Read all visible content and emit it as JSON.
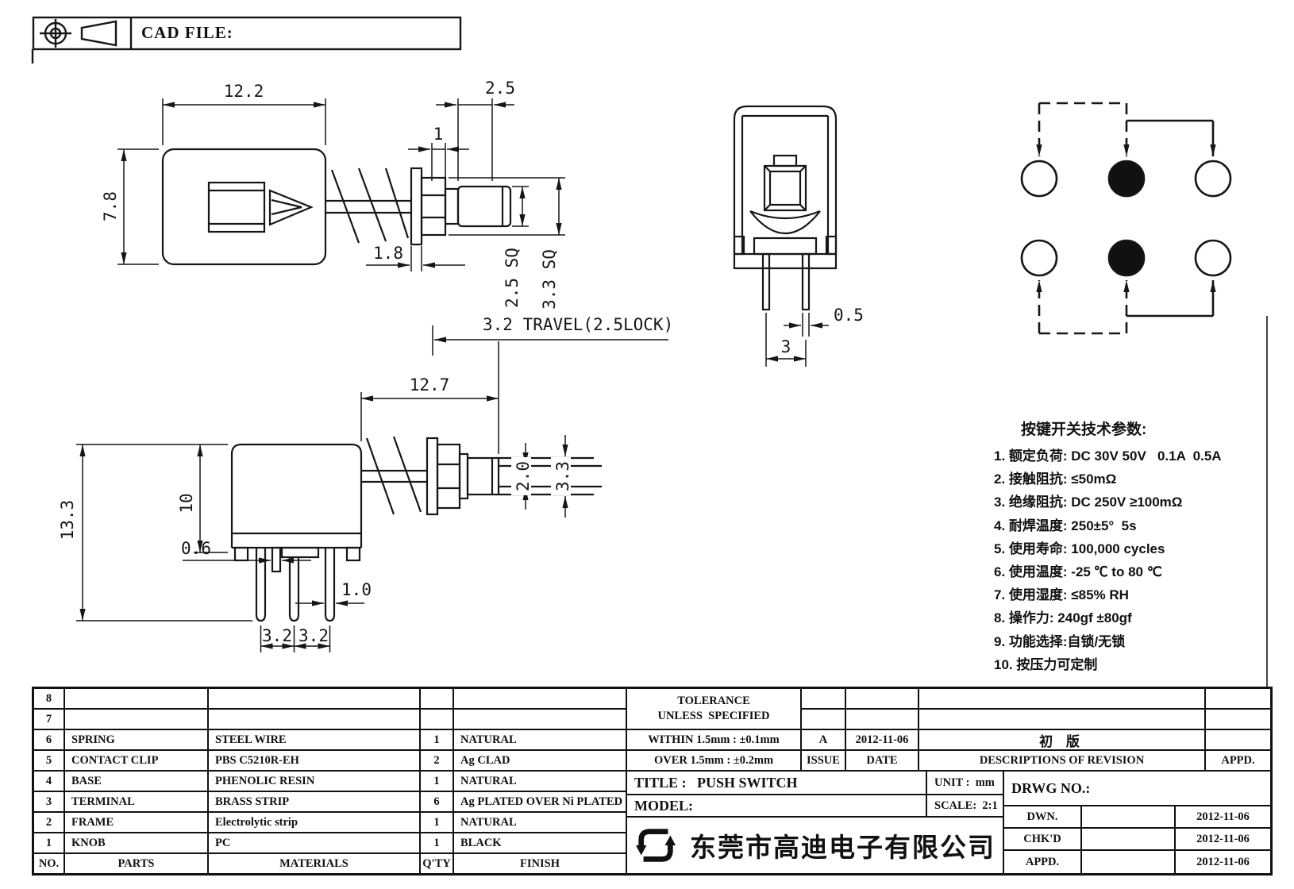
{
  "colors": {
    "line": "#111111",
    "background": "#ffffff"
  },
  "icons": {
    "projection_target": "crosshair-circle third-angle symbol",
    "projection_cone": "truncated-cone third-angle symbol",
    "company_logo": "double-arrow-swirl mark"
  },
  "header": {
    "cad_file": "CAD FILE:"
  },
  "dims": {
    "v1": {
      "w": "12.2",
      "h": "7.8",
      "gap": "1",
      "plunger": "2.5",
      "washer": "1.8",
      "plunger_sq": "2.5 SQ",
      "shaft_sq": "3.3 SQ",
      "travel": "3.2 TRAVEL(2.5LOCK)"
    },
    "front": {
      "pitch": "3",
      "pin_w": "0.5"
    },
    "v2": {
      "total": "13.3",
      "body": "10",
      "shaft": "12.7",
      "tab": "0.6",
      "pin_w": "1.0",
      "p1": "3.2",
      "p2": "3.2",
      "inner": "2.0",
      "outer": "3.3"
    }
  },
  "specs": {
    "title": "按键开关技术参数:",
    "items": [
      "1. 额定负荷: DC 30V 50V   0.1A  0.5A",
      "2. 接触阻抗: ≤50mΩ",
      "3. 绝缘阻抗: DC 250V ≥100mΩ",
      "4. 耐焊温度: 250±5°  5s",
      "5. 使用寿命: 100,000 cycles",
      "6. 使用温度: -25 ℃ to 80 ℃",
      "7. 使用湿度: ≤85% RH",
      "8. 操作力: 240gf ±80gf",
      "9. 功能选择:自锁/无锁",
      "10. 按压力可定制"
    ]
  },
  "bom": {
    "headers": {
      "no": "NO.",
      "parts": "PARTS",
      "materials": "MATERIALS",
      "qty": "Q'TY",
      "finish": "FINISH"
    },
    "rows": [
      {
        "no": "8",
        "parts": "",
        "materials": "",
        "qty": "",
        "finish": ""
      },
      {
        "no": "7",
        "parts": "",
        "materials": "",
        "qty": "",
        "finish": ""
      },
      {
        "no": "6",
        "parts": "SPRING",
        "materials": "STEEL WIRE",
        "qty": "1",
        "finish": "NATURAL"
      },
      {
        "no": "5",
        "parts": "CONTACT CLIP",
        "materials": "PBS C5210R-EH",
        "qty": "2",
        "finish": "Ag CLAD"
      },
      {
        "no": "4",
        "parts": "BASE",
        "materials": "PHENOLIC RESIN",
        "qty": "1",
        "finish": "NATURAL"
      },
      {
        "no": "3",
        "parts": "TERMINAL",
        "materials": "BRASS STRIP",
        "qty": "6",
        "finish": "Ag PLATED OVER Ni PLATED"
      },
      {
        "no": "2",
        "parts": "FRAME",
        "materials": "Electrolytic strip",
        "qty": "1",
        "finish": "NATURAL"
      },
      {
        "no": "1",
        "parts": "KNOB",
        "materials": "PC",
        "qty": "1",
        "finish": "BLACK"
      }
    ]
  },
  "tolerance": {
    "line1": "TOLERANCE",
    "line2": "UNLESS  SPECIFIED",
    "within": "WITHIN 1.5mm : ±0.1mm",
    "over": "OVER 1.5mm : ±0.2mm"
  },
  "revision": {
    "issue_value": "A",
    "date_value": "2012-11-06",
    "desc_value": "初 版",
    "issue_label": "ISSUE",
    "date_label": "DATE",
    "desc_label": "DESCRIPTIONS OF REVISION",
    "appd_label": "APPD."
  },
  "titleblock": {
    "title": "TITLE :   PUSH SWITCH",
    "model": "MODEL:",
    "unit": "UNIT :  mm",
    "scale": "SCALE:  2:1",
    "drwg": "DRWG NO.:",
    "dwn_label": "DWN.",
    "chkd_label": "CHK'D",
    "appd_label": "APPD.",
    "dwn_date": "2012-11-06",
    "chkd_date": "2012-11-06",
    "appd_date": "2012-11-06"
  },
  "company": {
    "name": "东莞市高迪电子有限公司"
  }
}
